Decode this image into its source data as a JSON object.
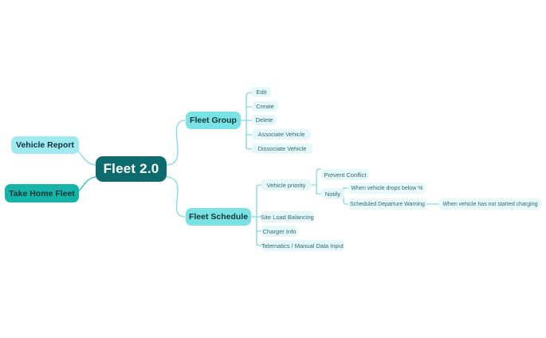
{
  "diagram": {
    "type": "mind-map",
    "background": "#ffffff",
    "colors": {
      "root_fill": "#0d6b6e",
      "root_text": "#ffffff",
      "branch_mid_fill": "#79e2e4",
      "branch_light_fill": "#9eeaf0",
      "branch_strong_fill": "#16b3a7",
      "leaf_fill": "#e6f7fa",
      "leaf_text": "#2b6b74",
      "link_stroke": "#7fd9e0"
    },
    "root": {
      "label": "Fleet 2.0"
    },
    "left_branches": [
      {
        "label": "Vehicle Report"
      },
      {
        "label": "Take Home Fleet"
      }
    ],
    "right_branches": [
      {
        "label": "Fleet Group",
        "children": [
          {
            "label": "Edit"
          },
          {
            "label": "Create"
          },
          {
            "label": "Delete"
          },
          {
            "label": "Associate Vehicle"
          },
          {
            "label": "Dissociate Vehicle"
          }
        ]
      },
      {
        "label": "Fleet Schedule",
        "children": [
          {
            "label": "Vehicle priority",
            "children": [
              {
                "label": "Prevent Conflict"
              },
              {
                "label": "Notify",
                "children": [
                  {
                    "label": "When vehicle drops below %"
                  },
                  {
                    "label": "Scheduled Departure Warning",
                    "children": [
                      {
                        "label": "When vehicle has not started charging"
                      }
                    ]
                  }
                ]
              }
            ]
          },
          {
            "label": "Site Load Balancing"
          },
          {
            "label": "Charger Info"
          },
          {
            "label": "Telematics / Manual Data Input"
          }
        ]
      }
    ]
  }
}
